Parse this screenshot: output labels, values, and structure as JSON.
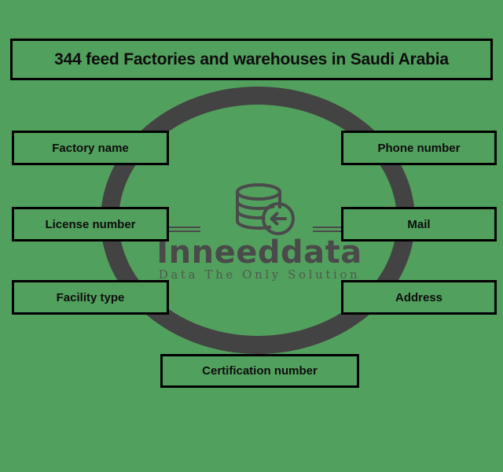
{
  "page": {
    "background_color": "#52a05d",
    "ring_color": "#434343",
    "box_border_color": "#000000",
    "text_color": "#0d0d0d",
    "watermark_color": "#4a4a4a"
  },
  "header": {
    "title": "344 feed Factories and warehouses in Saudi Arabia"
  },
  "watermark": {
    "brand": "Inneeddata",
    "tagline": "Data The Only Solution",
    "icon": "database-with-arrow-icon"
  },
  "fields": {
    "left": [
      {
        "label": "Factory name"
      },
      {
        "label": "License number"
      },
      {
        "label": "Facility type"
      }
    ],
    "right": [
      {
        "label": "Phone number"
      },
      {
        "label": "Mail"
      },
      {
        "label": "Address"
      }
    ],
    "bottom": {
      "label": "Certification number"
    }
  }
}
